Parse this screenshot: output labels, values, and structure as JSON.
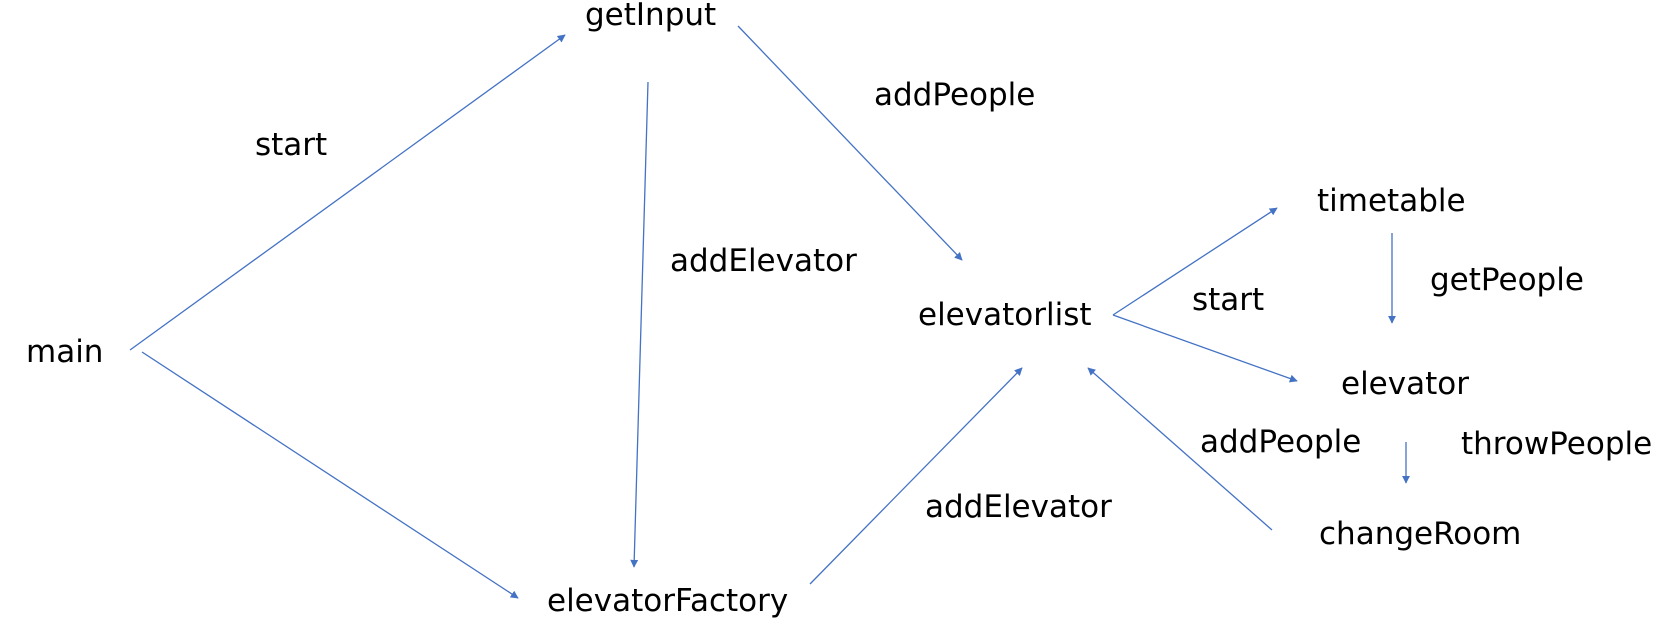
{
  "colors": {
    "edge": "#4472C4",
    "text": "#000000",
    "background": "#FFFFFF"
  },
  "nodes": {
    "main": "main",
    "getInput": "getInput",
    "elevatorFactory": "elevatorFactory",
    "elevatorlist": "elevatorlist",
    "timetable": "timetable",
    "elevator": "elevator",
    "changeRoom": "changeRoom"
  },
  "edges": {
    "main_to_getInput": "start",
    "getInput_to_elevatorFactory": "addElevator",
    "getInput_to_elevatorlist": "addPeople",
    "elevatorFactory_to_elevatorlist": "addElevator",
    "elevatorlist_to_workers": "start",
    "timetable_to_elevator": "getPeople",
    "changeRoom_to_elevatorlist": "addPeople",
    "elevator_to_changeRoom": "throwPeople"
  }
}
